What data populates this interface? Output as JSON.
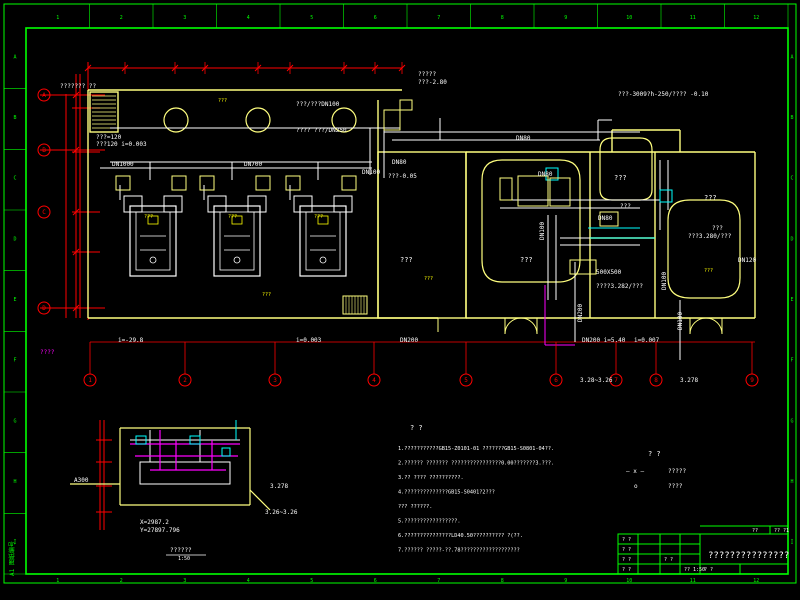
{
  "colors": {
    "background": "#000000",
    "frame": "#00ff00",
    "wall": "#ffff7f",
    "dimension": "#ff0000",
    "pipe": "#ffffff",
    "hotpipe": "#ff00ff",
    "cyan": "#00ffff",
    "text": "#ffffff",
    "yellow": "#ffff00"
  },
  "frame": {
    "top_ticks": [
      "1",
      "2",
      "3",
      "4",
      "5",
      "6",
      "7",
      "8",
      "9",
      "10",
      "11",
      "12"
    ],
    "left_ticks": [
      "A",
      "B",
      "C",
      "D",
      "E",
      "F",
      "G",
      "H",
      "I"
    ],
    "side_stamp": "A1 图纸编号"
  },
  "grid": {
    "rows": [
      "A",
      "B",
      "C",
      "D"
    ],
    "cols": [
      "1",
      "2",
      "3",
      "4",
      "5",
      "6",
      "7",
      "8",
      "9"
    ]
  },
  "plan": {
    "top_label": "??????? ??",
    "ref_top": "????? ",
    "ref_top2": "???-2.80",
    "pipe_note": "???-3009?h-250/???? -0.10",
    "slope_note": "???=120",
    "slope_note2": "???120 i=0.003",
    "dn_a": "DN1000",
    "dn_b": "DN700",
    "dn_c": "DN100",
    "dn_d": "DN80",
    "dn_e": "DN200",
    "dn_f": "DN200 i=5.40",
    "mid_label_a": "???/???DN100",
    "mid_label_b": "???? ???/DN250",
    "mid_label_c": "???-0.05",
    "room_a": "???",
    "room_b": "???",
    "room_c": "???",
    "room_d": "???",
    "room_e": "???",
    "room_f": "???",
    "size_note": "500X500",
    "size_note2": "????3.282/???",
    "size_note3": "???3.280/???",
    "dn_right": "DN100",
    "dn_right2": "DN120",
    "equip_a": "???",
    "left_tag": "????",
    "slope_left": "i=-29.8",
    "slope_mid": "i=0.003",
    "slope_right": "i=0.007",
    "elev_a": "3.28~3.26",
    "elev_b": "3.278"
  },
  "detail": {
    "title": "??????",
    "title_sub": "1:50",
    "x_coord": "X=2987.2",
    "y_coord": "Y=27897.796",
    "elev": "3.278",
    "elev2": "3.26~3.26",
    "side": "A300"
  },
  "notes": {
    "heading": "? ?",
    "items": [
      "1.???????????GB15-Z0101-01 ???????GB15-S0801-04??.",
      "2.?????? ??????? ????????????????0.00???????3.???.",
      "3.?? ???? ??????????.",
      "4.??????????????GB15-S0401?2??? ",
      "  ??? ??????.",
      "5.?????????????????.",
      "6.???????????????LD40.50?????????? ?(??.",
      "7.?????? ?????-??.78???????????????????"
    ]
  },
  "legend": {
    "heading": "? ?",
    "rows": [
      {
        "symbol": "— x —",
        "label": "?????"
      },
      {
        "symbol": "o",
        "label": "????"
      }
    ]
  },
  "title_block": {
    "title": "???????????????",
    "small_a": "? ?",
    "small_b": "? ?",
    "small_c": "? ?",
    "small_d": "? ?",
    "small_e": "? ?",
    "small_f": "? ?",
    "code": "??",
    "sheet": "?? ?1",
    "scale": "?? 1:50"
  }
}
